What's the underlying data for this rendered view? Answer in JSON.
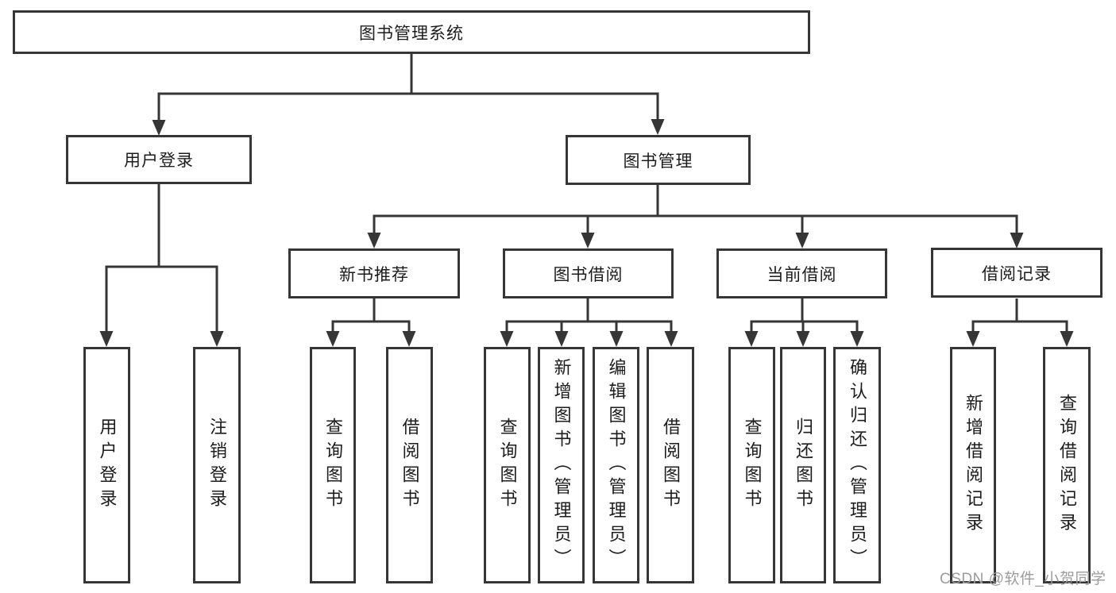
{
  "colors": {
    "background": "#ffffff",
    "line": "#363636",
    "box_border": "#363636",
    "text": "#1c1c1c",
    "watermark": "#9c9c9c"
  },
  "watermark": {
    "text": "CSDN @软件_小贺同学"
  },
  "tree": {
    "root": {
      "label": "图书管理系统"
    },
    "branches": [
      {
        "label": "用户登录",
        "children": [
          "用户登录",
          "注销登录"
        ]
      },
      {
        "label": "图书管理",
        "children": [
          {
            "label": "新书推荐",
            "children": [
              "查询图书",
              "借阅图书"
            ]
          },
          {
            "label": "图书借阅",
            "children": [
              "查询图书",
              "新增图书（管理员）",
              "编辑图书（管理员）",
              "借阅图书"
            ]
          },
          {
            "label": "当前借阅",
            "children": [
              "查询图书",
              "归还图书",
              "确认归还（管理员）"
            ]
          },
          {
            "label": "借阅记录",
            "children": [
              "新增借阅记录",
              "查询借阅记录"
            ]
          }
        ]
      }
    ]
  }
}
